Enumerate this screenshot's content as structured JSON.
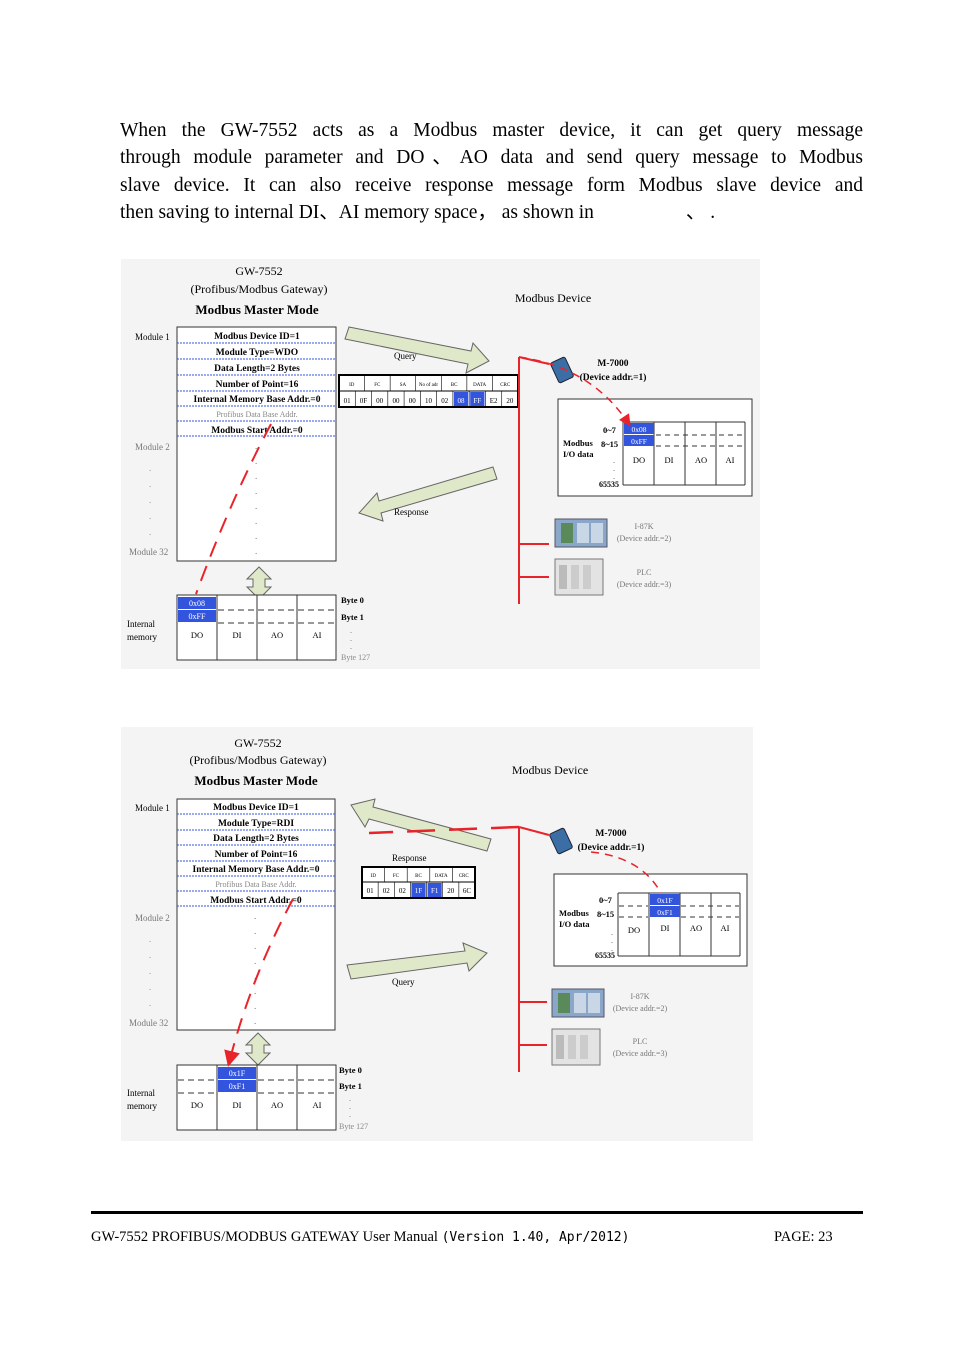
{
  "paragraph": {
    "line1": "When the GW-7552 acts as a Modbus master device, it can get query message",
    "line2": "through module parameter and DO、AO data and send query message to Modbus",
    "line3": "slave device. It can also receive response message form Modbus slave device and",
    "line4": "then saving to internal DI、AI memory space， as shown in",
    "line4_tail": "、 ."
  },
  "figure1": {
    "gw_title": "GW-7552",
    "gw_subtitle": "(Profibus/Modbus Gateway)",
    "mode": "Modbus Master Mode",
    "device_group": "Modbus Device",
    "module1_label": "Module 1",
    "module2_label": "Module 2",
    "module32_label": "Module 32",
    "params": [
      "Modbus Device ID=1",
      "Module Type=WDO",
      "Data Length=2 Bytes",
      "Number of Point=16",
      "Internal Memory Base Addr.=0",
      "Profibus Data Base Addr.",
      "Modbus Start Addr.=0"
    ],
    "arrow_top": "Query",
    "arrow_bottom": "Response",
    "frame_headers": [
      "ID",
      "FC",
      "SA",
      "No of adr",
      "BC",
      "DATA",
      "CRC"
    ],
    "frame_cells": [
      "01",
      "0F",
      "00",
      "00",
      "00",
      "10",
      "02",
      "08",
      "FF",
      "E2",
      "20"
    ],
    "frame_highlight": [
      7,
      8
    ],
    "m7000_name": "M-7000",
    "m7000_addr": "(Device addr.=1)",
    "io_label1": "Modbus",
    "io_label2": "I/O data",
    "io_row1": "0~7",
    "io_row2": "8~15",
    "io_end": "65535",
    "io_values": [
      "0x08",
      "0xFF"
    ],
    "io_cols": [
      "DO",
      "DI",
      "AO",
      "AI"
    ],
    "i87k_name": "I-87K",
    "i87k_addr": "(Device addr.=2)",
    "plc_name": "PLC",
    "plc_addr": "(Device addr.=3)",
    "mem_label1": "Internal",
    "mem_label2": "memory",
    "mem_values": [
      "0x08",
      "0xFF"
    ],
    "mem_cols": [
      "DO",
      "DI",
      "AO",
      "AI"
    ],
    "byte0": "Byte 0",
    "byte1": "Byte 1",
    "byte127": "Byte 127"
  },
  "figure2": {
    "gw_title": "GW-7552",
    "gw_subtitle": "(Profibus/Modbus Gateway)",
    "mode": "Modbus Master Mode",
    "device_group": "Modbus Device",
    "module1_label": "Module 1",
    "module2_label": "Module 2",
    "module32_label": "Module 32",
    "params": [
      "Modbus Device ID=1",
      "Module Type=RDI",
      "Data Length=2 Bytes",
      "Number of Point=16",
      "Internal Memory Base Addr.=0",
      "Profibus Data Base Addr.",
      "Modbus Start Addr.=0"
    ],
    "arrow_top": "Response",
    "arrow_bottom": "Query",
    "frame_headers": [
      "ID",
      "FC",
      "BC",
      "DATA",
      "CRC"
    ],
    "frame_cells": [
      "01",
      "02",
      "02",
      "1F",
      "F1",
      "20",
      "6C"
    ],
    "frame_highlight": [
      3,
      4
    ],
    "m7000_name": "M-7000",
    "m7000_addr": "(Device addr.=1)",
    "io_label1": "Modbus",
    "io_label2": "I/O data",
    "io_row1": "0~7",
    "io_row2": "8~15",
    "io_end": "65535",
    "io_values": [
      "0x1F",
      "0xF1"
    ],
    "io_cols": [
      "DO",
      "DI",
      "AO",
      "AI"
    ],
    "i87k_name": "I-87K",
    "i87k_addr": "(Device addr.=2)",
    "plc_name": "PLC",
    "plc_addr": "(Device addr.=3)",
    "mem_label1": "Internal",
    "mem_label2": "memory",
    "mem_values": [
      "0x1F",
      "0xF1"
    ],
    "mem_cols": [
      "DO",
      "DI",
      "AO",
      "AI"
    ],
    "byte0": "Byte 0",
    "byte1": "Byte 1",
    "byte127": "Byte 127"
  },
  "footer": {
    "title": "GW-7552 PROFIBUS/MODBUS GATEWAY User Manual",
    "version": "(Version 1.40, Apr/2012)",
    "page": "PAGE: 23"
  },
  "colors": {
    "highlight": "#3355dd",
    "red_line": "#e8232a",
    "param_rule": "#3355dd",
    "arrow_fill": "#dfe8c8"
  }
}
